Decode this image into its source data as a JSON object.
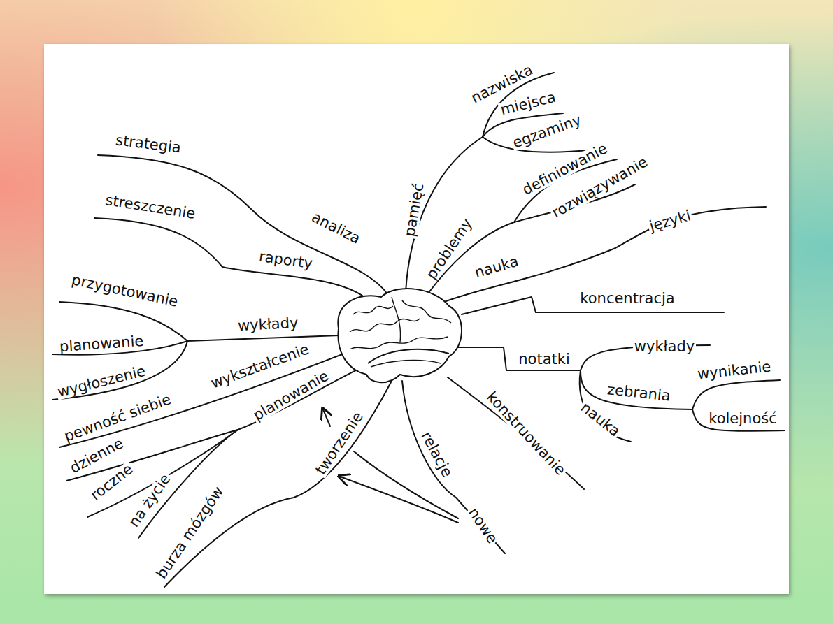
{
  "diagram": {
    "labels": [
      "nazwiska",
      "miejsca",
      "egzaminy",
      "strategia",
      "definiowanie",
      "rozwiązywanie",
      "pamięć",
      "streszczenie",
      "analiza",
      "języki",
      "problemy",
      "raporty",
      "nauka",
      "przygotowanie",
      "koncentracja",
      "wykłady",
      "planowanie",
      "wykłady",
      "notatki",
      "wykształcenie",
      "wynikanie",
      "wygłoszenie",
      "zebrania",
      "pewność siebie",
      "planowanie",
      "kolejność",
      "nauka",
      "dzienne",
      "tworzenie",
      "konstruowanie",
      "relacje",
      "roczne",
      "na życie",
      "nowe",
      "burza mózgów"
    ]
  }
}
